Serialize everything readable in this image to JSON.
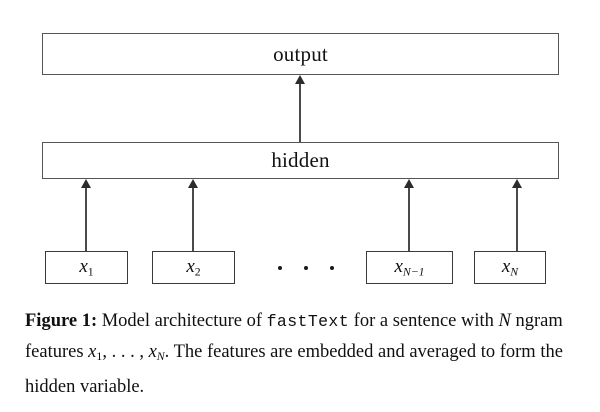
{
  "figure": {
    "type": "neural-network-architecture-diagram",
    "layers": [
      {
        "id": "output",
        "label": "output"
      },
      {
        "id": "hidden",
        "label": "hidden"
      }
    ],
    "features": [
      {
        "id": "x1",
        "base": "x",
        "sub": "1",
        "sub_italic": false
      },
      {
        "id": "x2",
        "base": "x",
        "sub": "2",
        "sub_italic": false
      },
      {
        "id": "xNm1",
        "base": "x",
        "sub": "N−1",
        "sub_italic": true
      },
      {
        "id": "xN",
        "base": "x",
        "sub": "N",
        "sub_italic": true
      }
    ],
    "ellipsis": "· · ·",
    "colors": {
      "box_border": "#555555",
      "feature_border": "#3a3a3a",
      "arrow": "#4a4a4a",
      "text": "#111111",
      "background": "#ffffff"
    }
  },
  "caption": {
    "figure_label": "Figure 1:",
    "part1": " Model architecture of ",
    "mono_term": "fastText",
    "part2": " for a sentence with ",
    "math_N": "N",
    "part3": " ngram features ",
    "math_x1_base": "x",
    "math_x1_sub": "1",
    "math_sep": ", . . . , ",
    "math_xN_base": "x",
    "math_xN_sub": "N",
    "part4": ". The features are embedded and averaged to form the hidden variable."
  }
}
